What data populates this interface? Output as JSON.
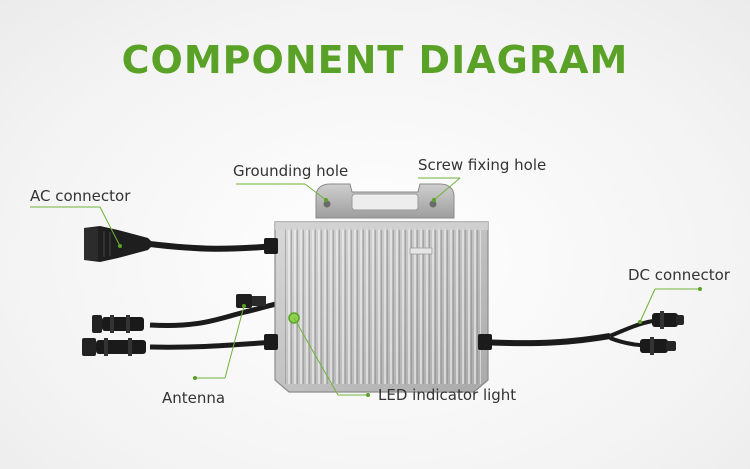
{
  "title": "COMPONENT DIAGRAM",
  "labels": {
    "grounding_hole": "Grounding hole",
    "screw_fixing_hole": "Screw fixing hole",
    "ac_connector": "AC connector",
    "dc_connector": "DC connector",
    "antenna": "Antenna",
    "led_indicator_light": "LED indicator light"
  },
  "colors": {
    "accent": "#5aa227",
    "leader": "#6fb43a",
    "label_text": "#333333"
  }
}
